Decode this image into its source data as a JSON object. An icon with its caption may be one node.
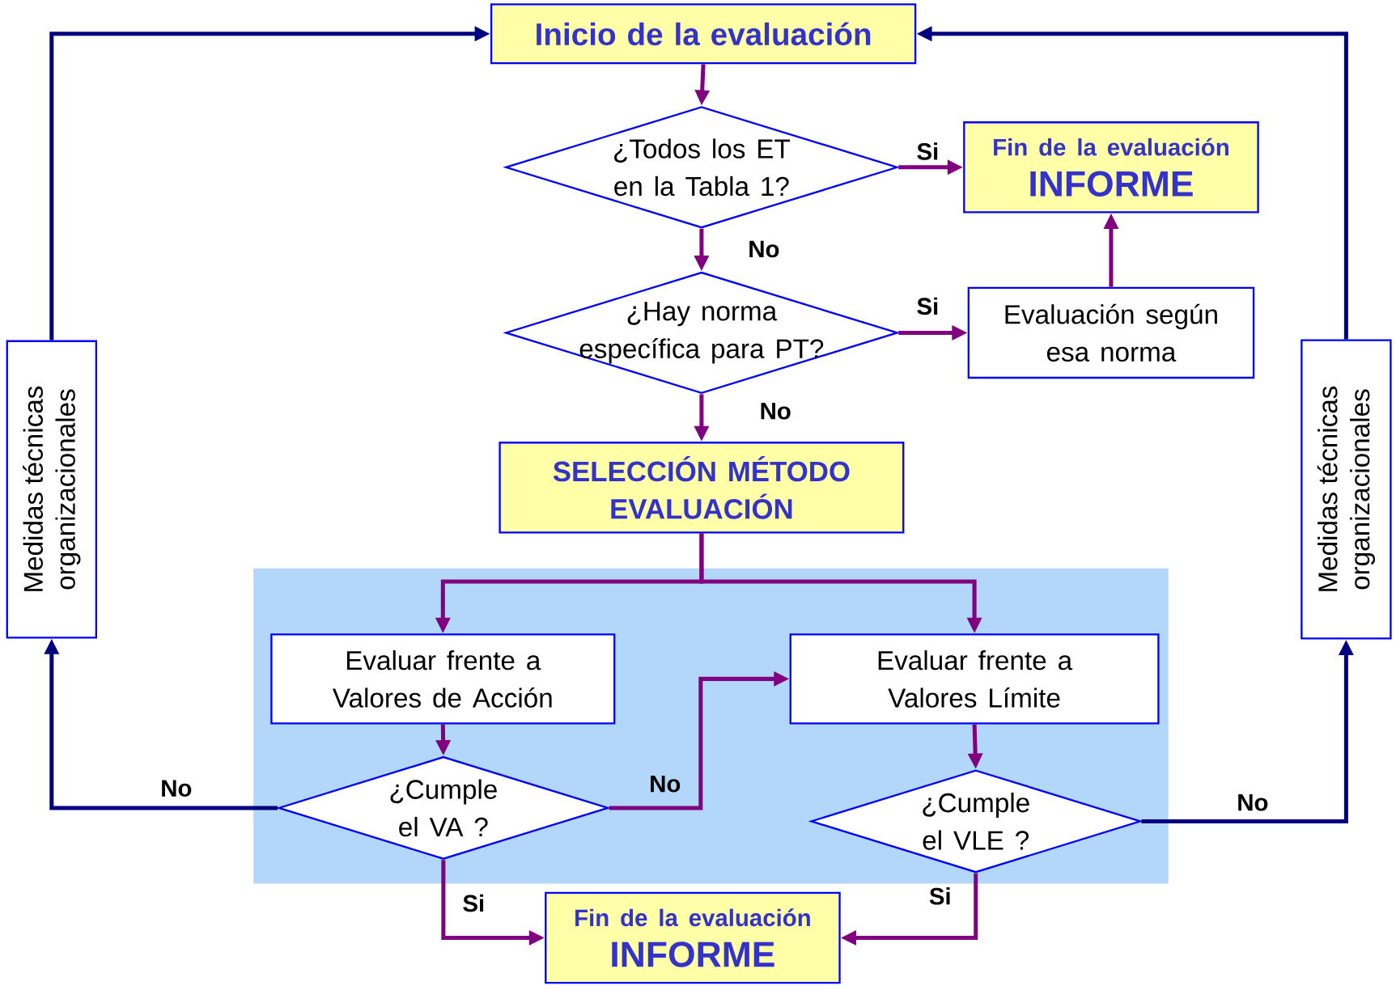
{
  "diagram": {
    "nodes": [
      {
        "text": [
          "Inicio de la evaluación"
        ]
      },
      {
        "text": [
          "¿Todos los ET en la Tabla 1?"
        ]
      },
      {
        "text": [
          "Fin de la evaluación",
          "INFORME"
        ]
      },
      {
        "text": [
          "¿Hay norma específica para PT?"
        ]
      },
      {
        "text": [
          "Evaluación según esa norma"
        ]
      },
      {
        "text": [
          "SELECCIÓN MÉTODO EVALUACIÓN"
        ]
      },
      {
        "text": [],
        "shape": "box"
      },
      {
        "text": [
          "Evaluar frente a Valores de Acción"
        ],
        "in": 6
      },
      {
        "text": [
          "Evaluar frente a Valores Límite"
        ],
        "in": 6
      },
      {
        "text": [
          "¿Cumple el VA ?"
        ],
        "in": 6
      },
      {
        "text": [
          "¿Cumple el VLE ?"
        ],
        "in": 6
      },
      {
        "text": [
          "Fin de la evaluación",
          "INFORME"
        ]
      },
      {
        "text": [
          "Medidas técnicas organizacionales"
        ]
      },
      {
        "text": [
          "Medidas técnicas organizacionales"
        ]
      }
    ],
    "edges": [
      {
        "from": 0,
        "to": 1,
        "arrow": "to"
      },
      {
        "from": 1,
        "to": 2,
        "arrow": "to",
        "label": "Si"
      },
      {
        "from": 1,
        "to": 3,
        "arrow": "to",
        "label": "No"
      },
      {
        "from": 3,
        "to": 4,
        "arrow": "to",
        "label": "Si"
      },
      {
        "from": 4,
        "to": 2,
        "arrow": "to"
      },
      {
        "from": 3,
        "to": 5,
        "arrow": "to",
        "label": "No"
      },
      {
        "from": 5,
        "to": 7,
        "arrow": "to"
      },
      {
        "from": 5,
        "to": 8,
        "arrow": "to"
      },
      {
        "from": 7,
        "to": 9,
        "arrow": "to"
      },
      {
        "from": 9,
        "to": 8,
        "arrow": "to",
        "label": "No"
      },
      {
        "from": 8,
        "to": 10,
        "arrow": "to"
      },
      {
        "from": 9,
        "to": 11,
        "arrow": "to",
        "label": "Si"
      },
      {
        "from": 10,
        "to": 11,
        "arrow": "to",
        "label": "Si"
      },
      {
        "from": 9,
        "to": 12,
        "arrow": "to",
        "label": "No",
        "color": "#000080"
      },
      {
        "from": 12,
        "to": 0,
        "arrow": "to",
        "color": "#000080"
      },
      {
        "from": 10,
        "to": 13,
        "arrow": "to",
        "label": "No",
        "color": "#000080"
      },
      {
        "from": 13,
        "to": 0,
        "arrow": "to",
        "color": "#000080"
      }
    ]
  }
}
